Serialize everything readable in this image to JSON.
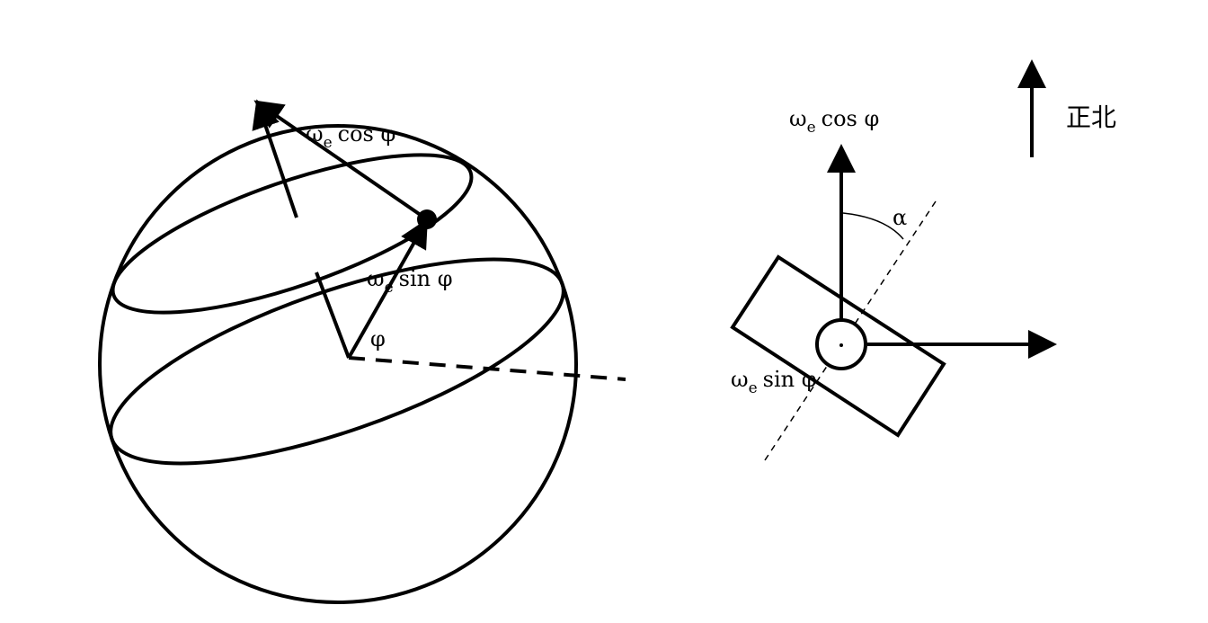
{
  "left_figure": {
    "horizontal_component": {
      "symbol": "ω",
      "subscript": "e",
      "func": "cos φ"
    },
    "vertical_component": {
      "symbol": "ω",
      "subscript": "e",
      "func": "sin φ"
    },
    "latitude_label": "φ"
  },
  "right_figure": {
    "horizontal_component": {
      "symbol": "ω",
      "subscript": "e",
      "func": "cos φ"
    },
    "vertical_component": {
      "symbol": "ω",
      "subscript": "e",
      "func": "sin φ"
    },
    "angle_label": "α",
    "north_label": "正北"
  },
  "colors": {
    "stroke": "#000000",
    "background": "#ffffff"
  }
}
